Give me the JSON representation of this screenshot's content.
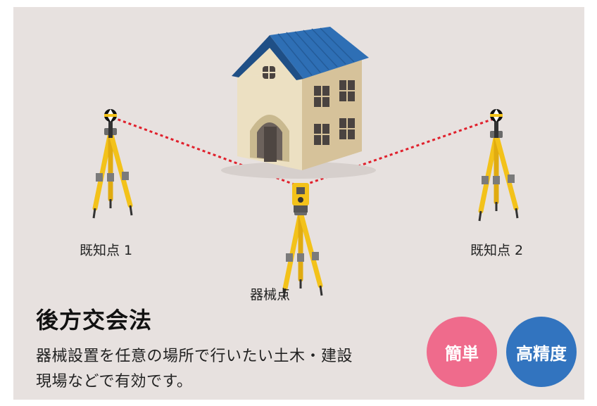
{
  "labels": {
    "known_point_1": "既知点 1",
    "known_point_2": "既知点 2",
    "instrument_point": "器械点"
  },
  "title": "後方交会法",
  "description": {
    "line1": "器械設置を任意の場所で行いたい土木・建設",
    "line2": "現場などで有効です。"
  },
  "badges": {
    "simple": "簡単",
    "high_precision": "高精度"
  },
  "colors": {
    "background": "#e7e1df",
    "sight_line": "#e0202c",
    "tripod": "#f3c21a",
    "roof": "#2e6fb5",
    "wall": "#e6d5b0",
    "badge_simple": "#ef6b8c",
    "badge_precision": "#3274bf"
  }
}
